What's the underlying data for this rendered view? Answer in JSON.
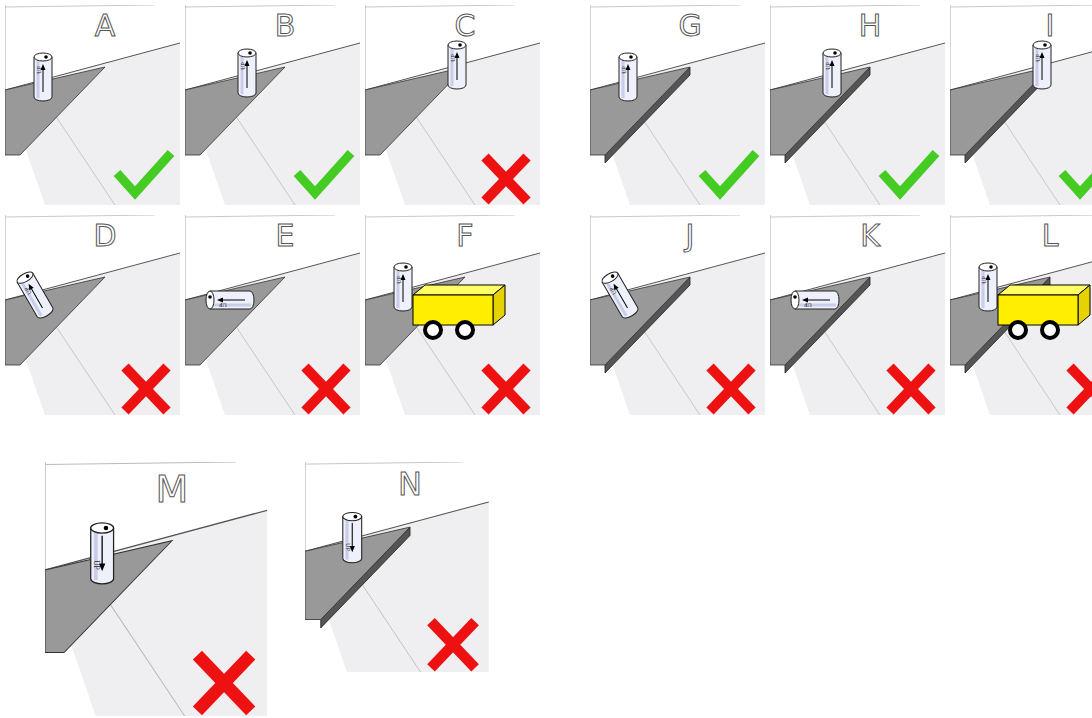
{
  "diagram": {
    "labels": [
      "A",
      "UP",
      "B",
      "UP",
      "C",
      "UP",
      "G",
      "UP",
      "H",
      "UP",
      "I",
      "UP",
      "D",
      "UP",
      "E",
      "UP",
      "F",
      "UP",
      "J",
      "UP",
      "K",
      "UP",
      "L",
      "UP",
      "M",
      "UP",
      "N",
      "UP"
    ]
  }
}
